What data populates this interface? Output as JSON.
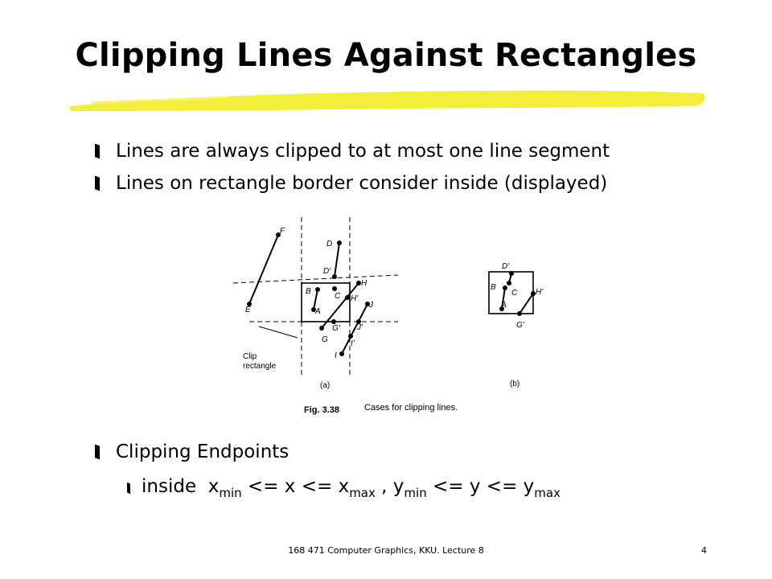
{
  "slide": {
    "title": "Clipping Lines Against Rectangles",
    "bullets": [
      "Lines are always clipped to at most one line segment",
      "Lines on rectangle border consider inside (displayed)",
      "Clipping Endpoints"
    ],
    "sub_bullet": {
      "prefix": "inside  x",
      "xmin_sub": "min",
      "part2": " <= x <= x",
      "xmax_sub": "max",
      "part3": " , y",
      "ymin_sub": "min",
      "part4": " <= y <= y",
      "ymax_sub": "max"
    },
    "footer": "168 471 Computer Graphics, KKU. Lecture 8",
    "page_number": "4"
  },
  "figure": {
    "labels": {
      "F": "F",
      "E": "E",
      "D": "D",
      "D_prime": "D'",
      "B": "B",
      "C": "C",
      "A": "A",
      "H": "H",
      "H_prime": "H'",
      "J": "J",
      "G_prime": "G'",
      "J_prime": "J'",
      "G": "G",
      "I_prime": "I'",
      "I": "I",
      "clip1": "Clip",
      "clip2": "rectangle",
      "a": "(a)",
      "b": "(b)",
      "B_b": "B",
      "D_prime_b": "D'",
      "C_b": "C",
      "A_b": "A",
      "H_prime_b": "H'",
      "G_prime_b": "G'"
    },
    "caption_num": "Fig. 3.38",
    "caption_text": "Cases for clipping lines."
  },
  "colors": {
    "highlight": "#f2ee3a"
  }
}
